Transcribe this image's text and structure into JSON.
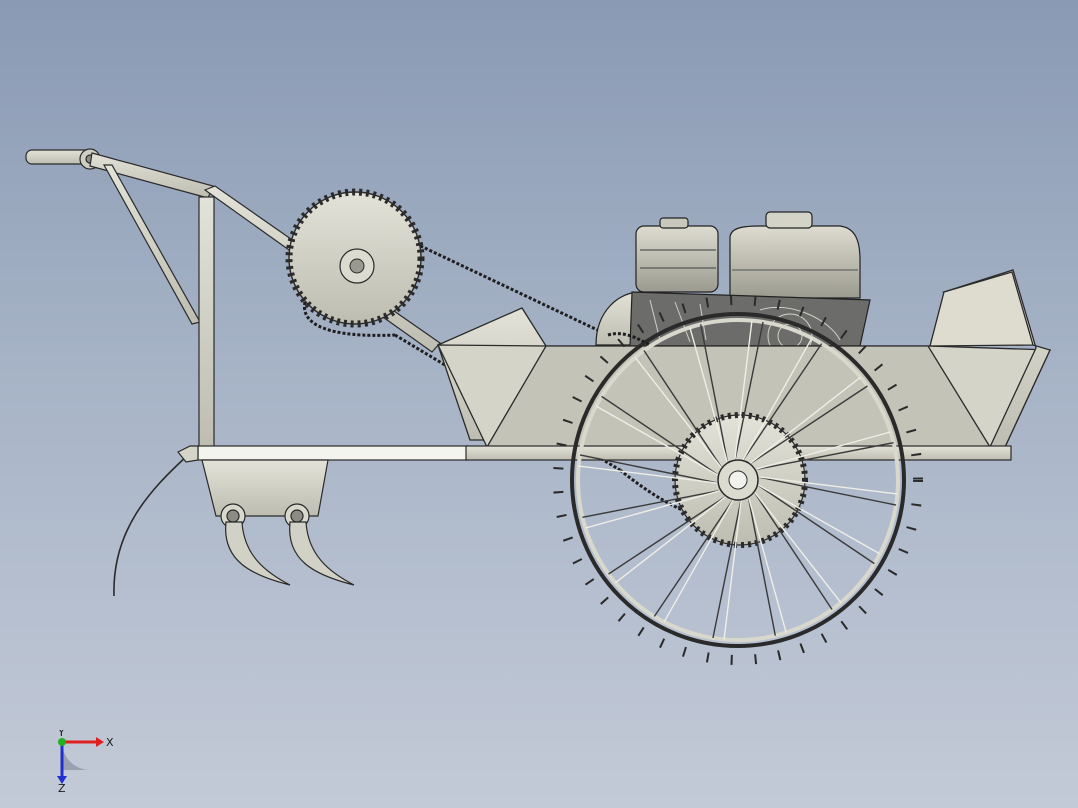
{
  "viewport": {
    "background_top": "#8a9ab4",
    "background_bottom": "#c3cad7",
    "part_fill": "#d2d1c5",
    "part_edge": "#2a2a2a"
  },
  "model": {
    "components": [
      "handle-bar",
      "handle-grip",
      "upright-post",
      "drive-chain",
      "large-sprocket",
      "engine",
      "fuel-tank",
      "hopper",
      "main-frame-rail",
      "tine-bracket",
      "curved-tines",
      "spoked-drive-wheel",
      "lower-sprocket",
      "pull-cable"
    ]
  },
  "triad": {
    "x_label": "X",
    "y_label": "Y",
    "z_label": "Z",
    "x_color": "#e02020",
    "y_color": "#20b020",
    "z_color": "#2030d0"
  }
}
